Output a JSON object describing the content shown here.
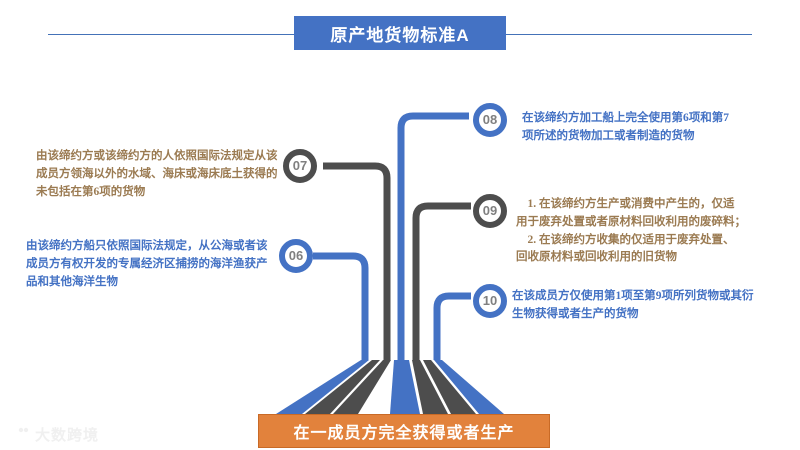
{
  "header": {
    "title": "原产地货物标准A"
  },
  "colors": {
    "blue": "#4472C4",
    "gray": "#4D4D4D",
    "orange": "#E2823C",
    "brown_text": "#9B7B52",
    "white": "#FFFFFF"
  },
  "nodes": [
    {
      "id": "06",
      "number": "06",
      "color": "blue",
      "side": "left",
      "text": "由该缔约方船只依照国际法规定，从公海或者该\n成员方有权开发的专属经济区捕捞的海洋渔获产\n品和其他海洋生物"
    },
    {
      "id": "07",
      "number": "07",
      "color": "gray",
      "side": "left",
      "text": "由该缔约方或该缔约方的人依照国际法规定从该\n成员方领海以外的水域、海床或海床底土获得的\n未包括在第6项的货物"
    },
    {
      "id": "08",
      "number": "08",
      "color": "blue",
      "side": "right",
      "text": "在该缔约方加工船上完全使用第6项和第7\n项所述的货物加工或者制造的货物"
    },
    {
      "id": "09",
      "number": "09",
      "color": "gray",
      "side": "right",
      "text": "　1. 在该缔约方生产或消费中产生的，仅适\n用于废弃处置或者原材料回收利用的废碎料；\n　2. 在该缔约方收集的仅适用于废弃处置、\n回收原材料或回收利用的旧货物"
    },
    {
      "id": "10",
      "number": "10",
      "color": "blue",
      "side": "right",
      "text": "在该成员方仅使用第1项至第9项所列货物或其衍\n生物获得或者生产的货物"
    }
  ],
  "footer": {
    "banner_text": "在一成员方完全获得或者生产"
  },
  "watermark": {
    "text": "大数跨境",
    "icon": "logo-icon"
  }
}
